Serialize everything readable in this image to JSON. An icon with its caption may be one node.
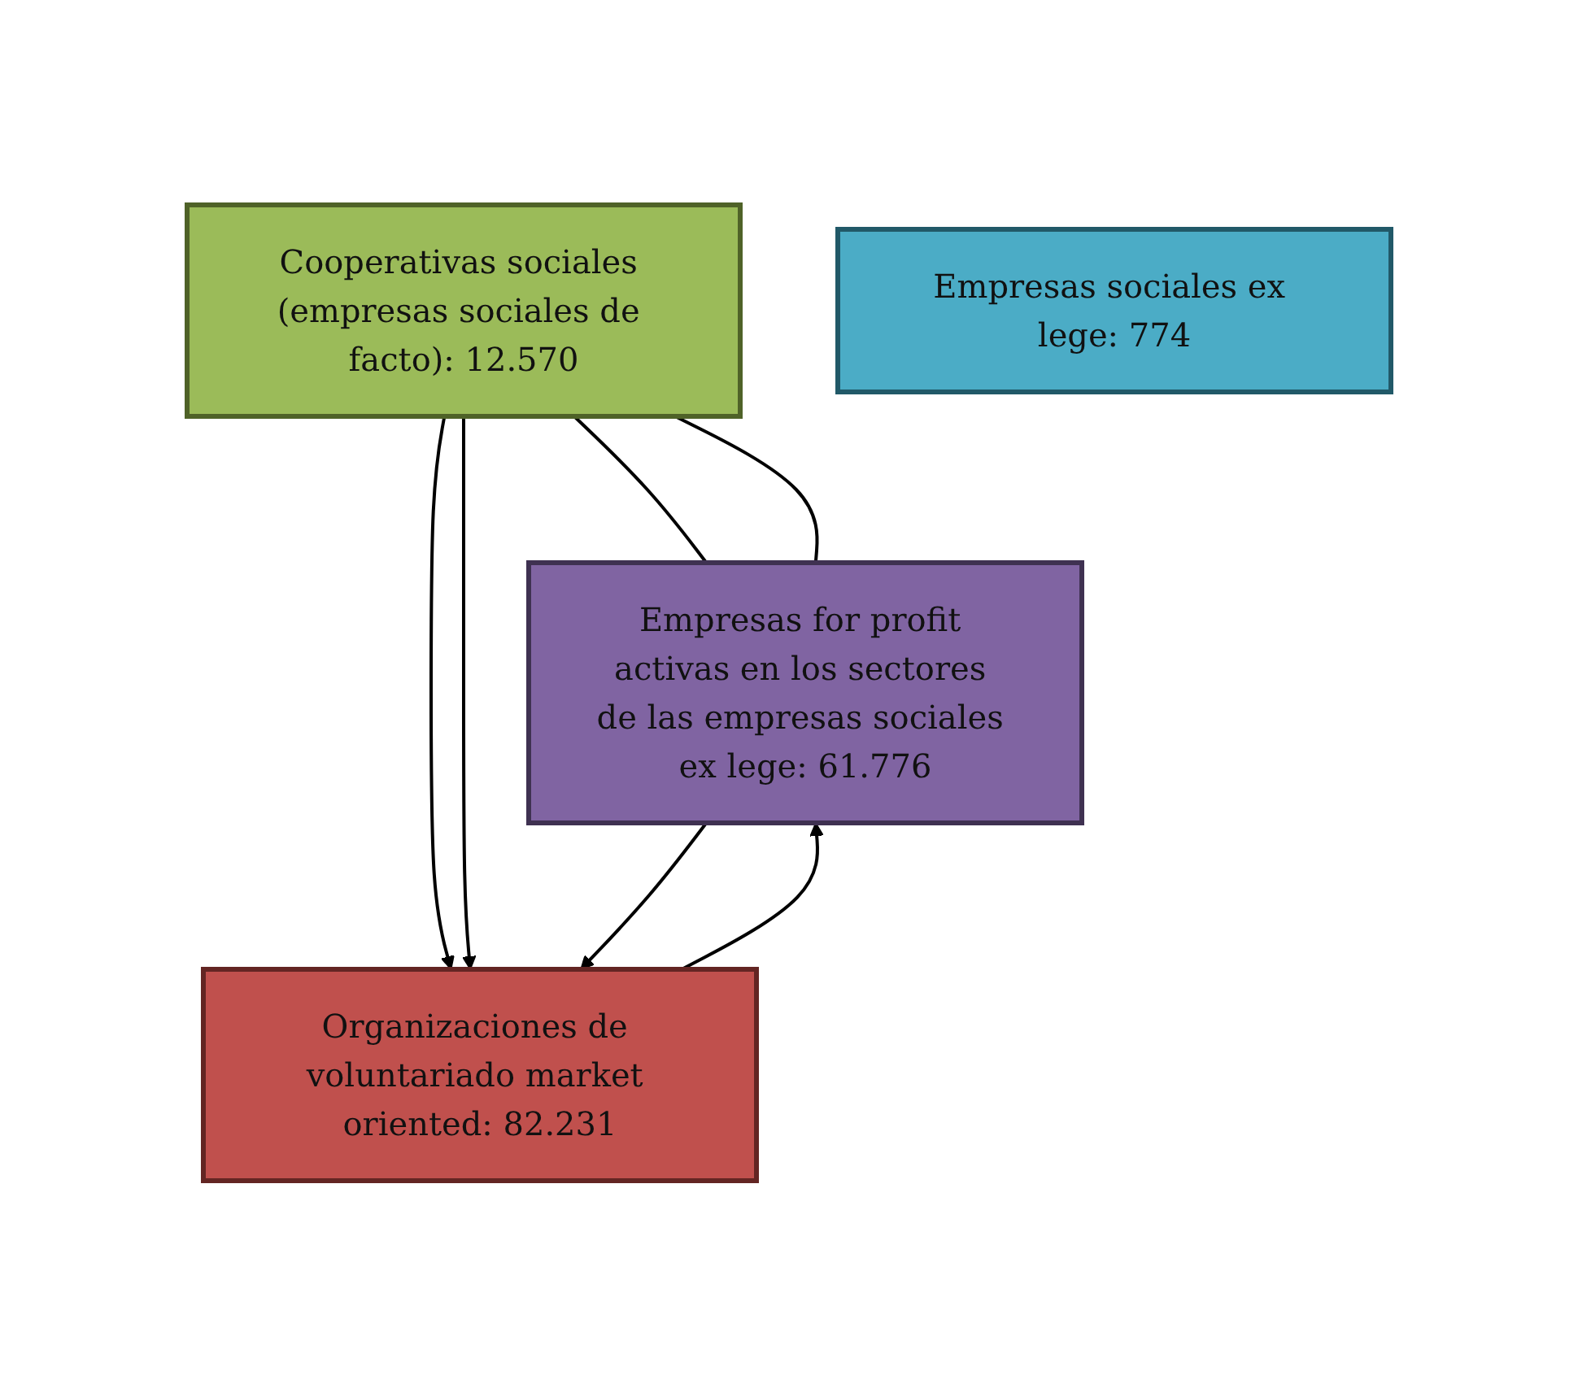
{
  "diagram": {
    "nodes": [
      {
        "text": [
          "Cooperativas sociales (empresas sociales de facto): 12.570"
        ]
      },
      {
        "text": [
          "Empresas sociales ex lege: 774"
        ]
      },
      {
        "text": [
          "Empresas for profit activas en los sectores de las empresas sociales ex lege: 61.776"
        ]
      },
      {
        "text": [
          "Organizaciones de voluntariado market oriented: 82.231"
        ]
      }
    ],
    "edges": [
      {
        "from": 0,
        "to": 2,
        "arrow": "none"
      },
      {
        "from": 0,
        "to": 2,
        "arrow": "none"
      },
      {
        "from": 0,
        "to": 3,
        "arrow": "to"
      },
      {
        "from": 0,
        "to": 3,
        "arrow": "to"
      },
      {
        "from": 3,
        "to": 2,
        "arrow": "to"
      },
      {
        "from": 2,
        "to": 3,
        "arrow": "to"
      }
    ]
  }
}
